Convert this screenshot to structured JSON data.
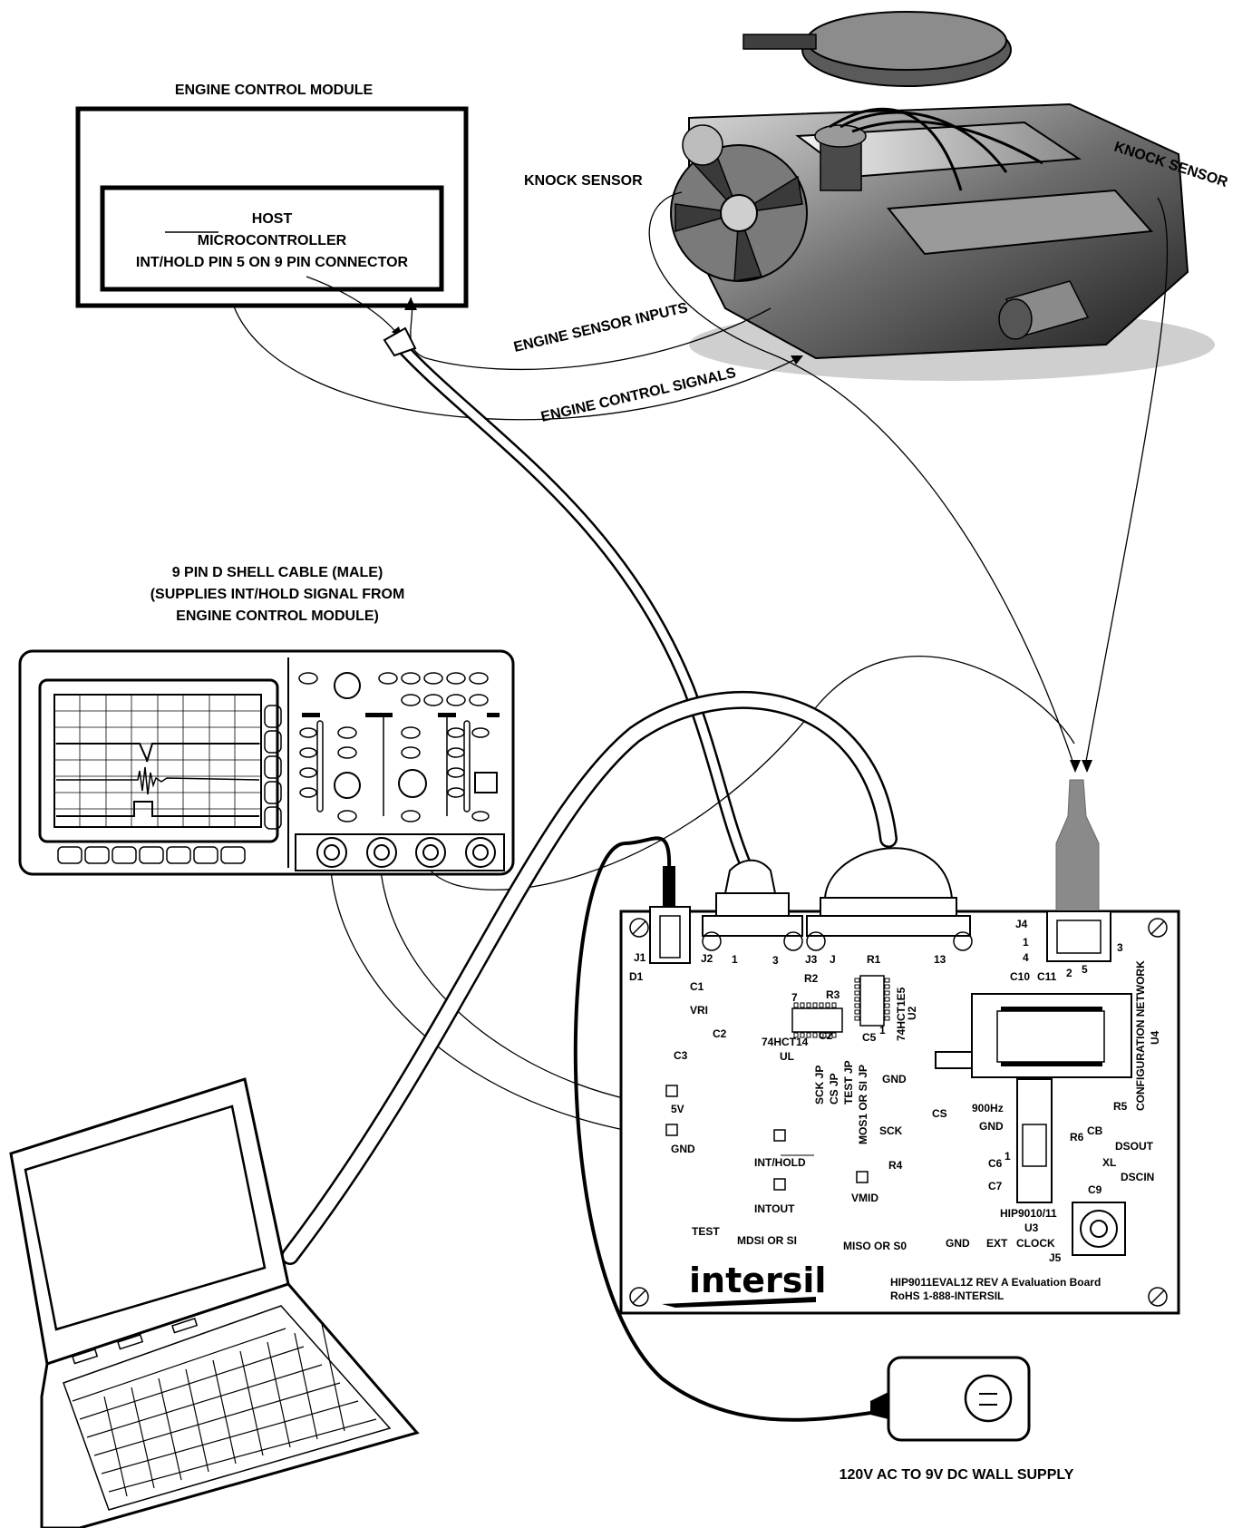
{
  "ecm": {
    "title": "ENGINE CONTROL MODULE",
    "host_line1": "HOST",
    "host_line2": "MICROCONTROLLER",
    "host_line3": "INT/HOLD PIN 5 ON 9 PIN CONNECTOR"
  },
  "engine": {
    "knock_left": "KNOCK SENSOR",
    "knock_right": "KNOCK SENSOR",
    "sensor_inputs": "ENGINE SENSOR INPUTS",
    "control_signals": "ENGINE CONTROL SIGNALS"
  },
  "cable": {
    "line1": "9 PIN D SHELL CABLE (MALE)",
    "line2": "(SUPPLIES INT/HOLD SIGNAL FROM",
    "line3": "ENGINE CONTROL MODULE)"
  },
  "board": {
    "j4": "J4",
    "j4_1": "1",
    "j4_4": "4",
    "j4_3": "3",
    "j4_2": "2",
    "j4_5": "5",
    "j1": "J1",
    "d1": "D1",
    "j2": "J2",
    "j2_1": "1",
    "j2_3": "3",
    "j3": "J3",
    "j": "J",
    "r1": "R1",
    "j3_13": "13",
    "r2": "R2",
    "r3": "R3",
    "seven": "7",
    "c1": "C1",
    "vri": "VRI",
    "c2": "C2",
    "c3": "C3",
    "c2b": "C2",
    "ic1": "74HCT14",
    "ul": "UL",
    "c5": "C5",
    "one": "1",
    "ic2": "74HCT1E5",
    "u2": "U2",
    "c10": "C10",
    "c11": "C11",
    "config": "CONFIGURATION NETWORK",
    "u4": "U4",
    "jp1": "SCK JP",
    "jp2": "CS JP",
    "jp3": "TEST JP",
    "jp4": "MOS1 OR SI JP",
    "gnd1": "GND",
    "gnd_pad": "GND",
    "five_v": "5V",
    "cs": "CS",
    "hz": "900Hz",
    "gnd2": "GND",
    "r5": "R5",
    "sck": "SCK",
    "inthold": "INT/HOLD",
    "r4": "R4",
    "r6": "R6",
    "cb": "CB",
    "dsout": "DSOUT",
    "xl": "XL",
    "dscin": "DSCIN",
    "c6": "C6",
    "c6_1": "1",
    "c7": "C7",
    "c9": "C9",
    "intout": "INTOUT",
    "vmid": "VMID",
    "u3_1": "HIP9010/11",
    "u3_2": "U3",
    "test": "TEST",
    "mdsi": "MDSI OR SI",
    "miso": "MISO OR S0",
    "gnd3": "GND",
    "ext": "EXT",
    "clock": "CLOCK",
    "j5": "J5",
    "logo": "intersil",
    "footer1": "HIP9011EVAL1Z REV A Evaluation Board",
    "footer2": "RoHS 1-888-INTERSIL"
  },
  "supply": {
    "label": "120V AC TO 9V DC WALL SUPPLY"
  }
}
